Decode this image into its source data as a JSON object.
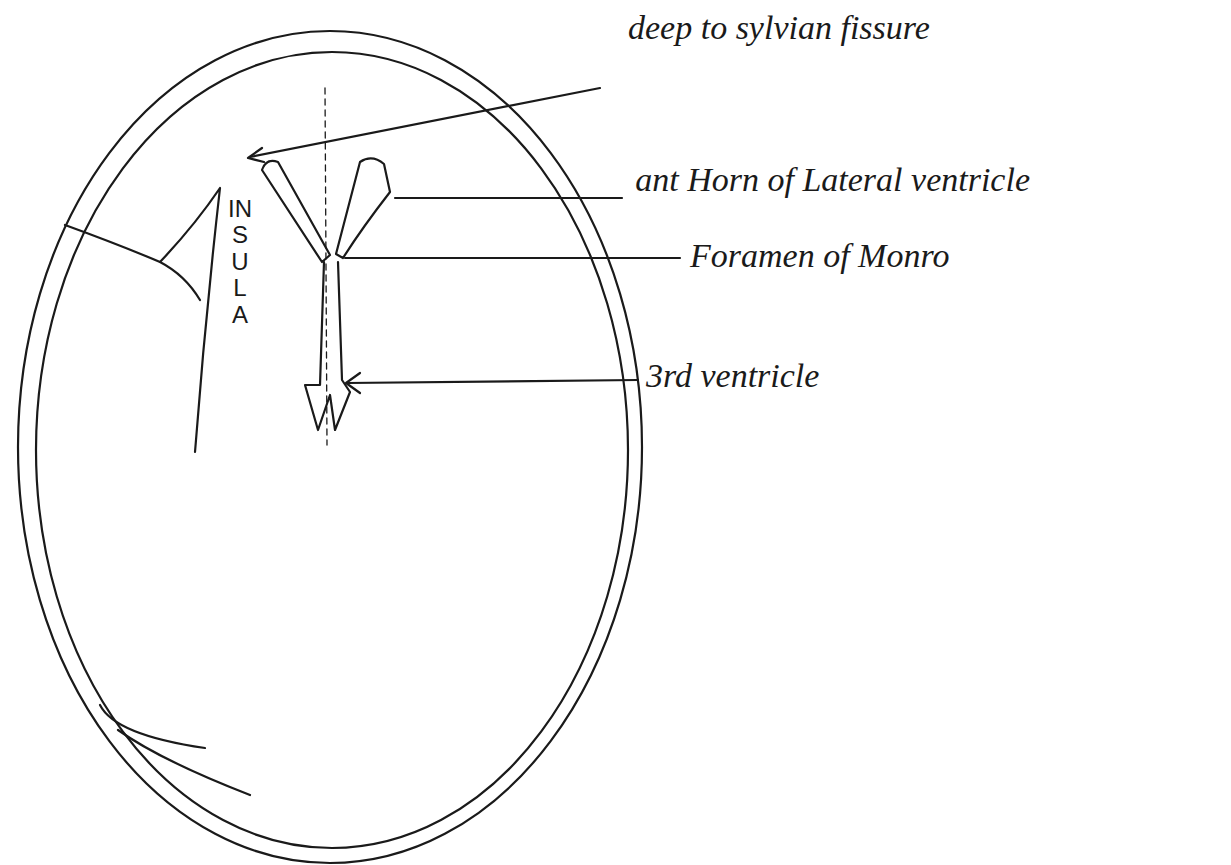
{
  "diagram": {
    "labels": [
      "deep to sylvian fissure",
      "ant Horn of Lateral ventricle",
      "Foramen of Monro",
      "3rd ventricle",
      "INSULA"
    ]
  }
}
